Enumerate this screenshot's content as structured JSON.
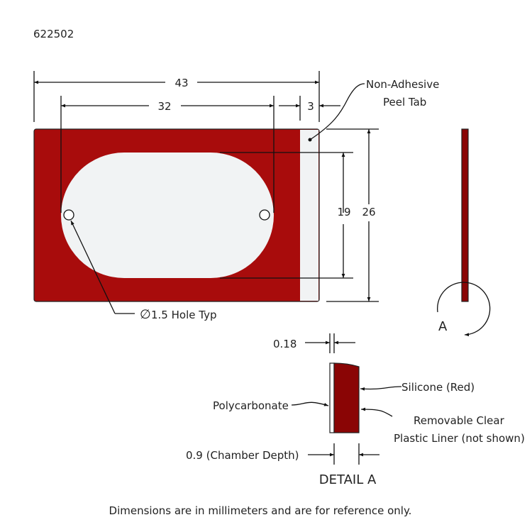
{
  "part_number": "622502",
  "dimensions": {
    "overall_width": "43",
    "hole_spacing": "32",
    "tab_width": "3",
    "chamber_height": "19",
    "overall_height": "26",
    "polycarbonate_thickness": "0.18",
    "chamber_depth": "0.9 (Chamber Depth)"
  },
  "callouts": {
    "peel_tab_line1": "Non-Adhesive",
    "peel_tab_line2": "Peel Tab",
    "hole": "1.5 Hole Typ",
    "hole_symbol": "∅",
    "view_label": "A",
    "silicone": "Silicone (Red)",
    "polycarbonate": "Polycarbonate",
    "liner_line1": "Removable Clear",
    "liner_line2": "Plastic Liner (not shown)",
    "detail_title": "DETAIL A"
  },
  "footer_note": "Dimensions are in millimeters and are for reference only.",
  "colors": {
    "silicone": "#a80c0c",
    "silicone_dark": "#8a0505",
    "clear": "#f1f3f4"
  }
}
